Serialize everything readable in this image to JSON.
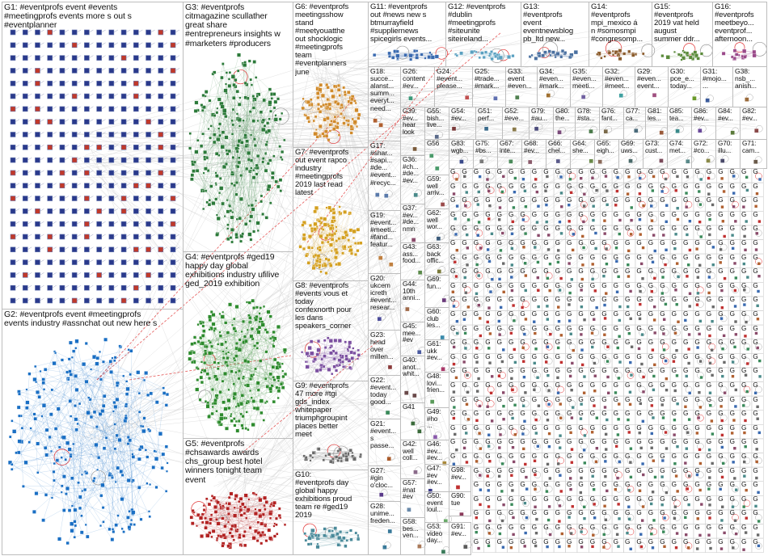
{
  "groups": [
    {
      "id": "G1",
      "text": "G1: #eventprofs event #events\n#meetingprofs events more s out s\n#eventplanner",
      "color": "#2a3a8c"
    },
    {
      "id": "G2",
      "text": "G2: #eventprofs event #meetingprofs\nevents industry #assnchat out new here s",
      "color": "#1a6fc4"
    },
    {
      "id": "G3",
      "text": "G3: #eventprofs\ncitmagazine scullather\ngreat share\n#entrepreneurs insights w\n#marketers #producers",
      "color": "#2c7a3a"
    },
    {
      "id": "G4",
      "text": "G4: #eventprofs #ged19\nhappy day global\nexhibitions industry ufilive\nged_2019 exhibition",
      "color": "#2e8b2e"
    },
    {
      "id": "G5",
      "text": "G5: #eventprofs\n#chsawards awards\nchs_group best hotel\nwinners tonight team\nevent",
      "color": "#b22222"
    },
    {
      "id": "G6",
      "text": "G6: #eventprofs\nmeetingsshow\nstand\n#meetyouatthe\nout shocklogic\n#meetingprofs\nteam\n#eventplanners\njune",
      "color": "#d08a2a"
    },
    {
      "id": "G7",
      "text": "G7: #eventprofs\nout event rapco\nindustry\n#meetingprofs\n2019 last read\nlatest",
      "color": "#d4a020"
    },
    {
      "id": "G8",
      "text": "G8: #eventprofs\n#events vous et\ntoday\nconfexnorth pour\nles dans\nspeakers_corner",
      "color": "#7b4fa0"
    },
    {
      "id": "G9",
      "text": "G9: #eventprofs\n47 more #tgi\ngds_index\nwhitepaper\ntriumphgroupint\nplaces better\nmeet",
      "color": "#6a6a6a"
    },
    {
      "id": "G10",
      "text": "G10:\n#eventprofs day\nglobal happy\nexhibitions proud\nteam re #ged19\n2019",
      "color": "#4a8a9a"
    },
    {
      "id": "G11",
      "text": "G11: #eventprofs\nout #news new s\nbtmurrayfield\n#suppliernews\nspicegirls events...",
      "color": "#3a6ab0"
    },
    {
      "id": "G12",
      "text": "G12: #eventprofs\n#dublin\n#meetingprofs\n#siteunite\nsiteireland...",
      "color": "#5aa0c0"
    },
    {
      "id": "G13",
      "text": "G13:\n#eventprofs\nevent\neventnewsblog\npb_ltd new...",
      "color": "#4a70a0"
    },
    {
      "id": "G14",
      "text": "G14:\n#eventprofs\nmpi_mexico á\nn #somosmpi\n#congresomp...",
      "color": "#8a5a2a"
    },
    {
      "id": "G15",
      "text": "G15:\n#eventprofs\n2019 vat held\naugust\nsummer ddr...",
      "color": "#5a8a3a"
    },
    {
      "id": "G16",
      "text": "G16:\n#eventprofs\nmeetbeyo...\neventprof...\nafternoon...",
      "color": "#9a4a8a"
    },
    {
      "id": "G18",
      "text": "G18:\nsucce...\nalanst...\nsumm...\neveryt...\nneed...",
      "color": "#b06030"
    },
    {
      "id": "G26",
      "text": "G26:\ncontent\n#ev...",
      "color": "#3a9a7a"
    },
    {
      "id": "G24",
      "text": "G24:\n#event...\nplease...",
      "color": "#c05050"
    },
    {
      "id": "G25",
      "text": "G25:\n#trade...\n#mark...",
      "color": "#6070b0"
    },
    {
      "id": "G33",
      "text": "G33:\nevent\n#even...",
      "color": "#508050"
    },
    {
      "id": "G34",
      "text": "G34:\n#even...\n#mark...",
      "color": "#a07030"
    },
    {
      "id": "G35",
      "text": "G35:\n#even...\nmeeti...",
      "color": "#7060a0"
    },
    {
      "id": "G32",
      "text": "G32:\n#even...\n#meet...",
      "color": "#40a0a0"
    },
    {
      "id": "G29",
      "text": "G29:\n#even...\nevent...",
      "color": "#a05080"
    },
    {
      "id": "G30",
      "text": "G30:\npce_e...\ntoday...",
      "color": "#6a9a2a"
    },
    {
      "id": "G31",
      "text": "G31:\n#mojo...\n...",
      "color": "#3a5a9a"
    },
    {
      "id": "G38",
      "text": "G38:\nnsb_...\nanish...",
      "color": "#9a6a3a"
    },
    {
      "id": "G17",
      "text": "G17:\n#shar...\n#sapi...\n#de...\n#event...\n#recyc...",
      "color": "#5a7aaa"
    },
    {
      "id": "G19",
      "text": "G19:\n#event...\n#meeti...\n#fand...\nfeatur...",
      "color": "#c08040"
    },
    {
      "id": "G20",
      "text": "G20:\nukcem\nicreth\n#event...\nresear...",
      "color": "#4a4a9a"
    },
    {
      "id": "G23",
      "text": "G23:\nhead\nover\nmillen...",
      "color": "#8a3a3a"
    },
    {
      "id": "G22",
      "text": "G22:\n#event...\ntoday\ngood...",
      "color": "#3a8a5a"
    },
    {
      "id": "G21",
      "text": "G21:\n#event...\ns\npasse...",
      "color": "#aa5a2a"
    },
    {
      "id": "G27",
      "text": "G27:\n#gin\no'cloc...",
      "color": "#5a3a8a"
    },
    {
      "id": "G28",
      "text": "G28:\nunime...\nfreden...",
      "color": "#3a7a9a"
    },
    {
      "id": "G39",
      "text": "G39:\n#ev...\nhear\nlook",
      "color": "#7a5a3a"
    },
    {
      "id": "G36",
      "text": "G36:\n#ch...\n#de...\n#ev...",
      "color": "#4a8a8a"
    },
    {
      "id": "G37",
      "text": "G37:\n#ev...\n#de...\nnmn",
      "color": "#8a4a6a"
    },
    {
      "id": "G43",
      "text": "G43:\nass...\nfood...",
      "color": "#5a8a4a"
    },
    {
      "id": "G44",
      "text": "G44:\n10th\nanni...",
      "color": "#a06a4a"
    },
    {
      "id": "G45",
      "text": "G45:\nmee...\n#ev",
      "color": "#4a5aa0"
    },
    {
      "id": "G40",
      "text": "G40:\nanot...\nwhit...",
      "color": "#6a4a4a"
    },
    {
      "id": "G41",
      "text": "G41",
      "color": "#3a6a3a"
    },
    {
      "id": "G42",
      "text": "G42:\nwell\ncoll...",
      "color": "#8a6a8a"
    },
    {
      "id": "G57",
      "text": "G57:\n#nat\n#ev",
      "color": "#6a8aaa"
    },
    {
      "id": "G58",
      "text": "G58:\nbes...\nven...",
      "color": "#aa7a5a"
    },
    {
      "id": "G55",
      "text": "G55:\nbish...\nlive...",
      "color": "#5a6a8a"
    },
    {
      "id": "G56",
      "text": "G56",
      "color": "#4a9a6a"
    },
    {
      "id": "G59",
      "text": "G59:\nwell\narriv...",
      "color": "#9a4a4a"
    },
    {
      "id": "G62",
      "text": "G62:\nwell\nwor...",
      "color": "#3a5a7a"
    },
    {
      "id": "G63",
      "text": "G63:\nback\noffic...",
      "color": "#7a7a3a"
    },
    {
      "id": "G69",
      "text": "G69:\nfun...",
      "color": "#6a3a7a"
    },
    {
      "id": "G60",
      "text": "G60:\nclub\nles...",
      "color": "#3a8aaa"
    },
    {
      "id": "G61",
      "text": "G61:\nukk\n#ev...",
      "color": "#aa3a6a"
    },
    {
      "id": "G48",
      "text": "G48:\nlovi...\nfrien...",
      "color": "#5a9a5a"
    },
    {
      "id": "G49",
      "text": "G49:\n#ho\n...",
      "color": "#8a5aaa"
    },
    {
      "id": "G46",
      "text": "G46:\n#ev...\n#ev...",
      "color": "#aa8a3a"
    },
    {
      "id": "G47",
      "text": "G47:\n#ev\n#ev...",
      "color": "#3a3a8a"
    },
    {
      "id": "G50",
      "text": "G50:\nevent\nloul...",
      "color": "#6aaa6a"
    },
    {
      "id": "G90",
      "text": "G90:\ntue",
      "color": "#8a3a5a"
    },
    {
      "id": "G53",
      "text": "G53:\nvideo\nday...",
      "color": "#3a7a5a"
    },
    {
      "id": "G98",
      "text": "G98:\n#ev...",
      "color": "#c03030"
    },
    {
      "id": "G91",
      "text": "G91:\n#ev...",
      "color": "#5a5a5a"
    },
    {
      "id": "G54",
      "text": "G54:\n#ev...",
      "color": "#7a3a3a"
    },
    {
      "id": "G51",
      "text": "G51:\nperf...",
      "color": "#3a6a8a"
    },
    {
      "id": "G52",
      "text": "G52:\n#eve...",
      "color": "#8a7a4a"
    },
    {
      "id": "G79",
      "text": "G79:\n#au...",
      "color": "#4a4a7a"
    },
    {
      "id": "G80",
      "text": "G80:\nthe...",
      "color": "#7a4a7a"
    },
    {
      "id": "G78",
      "text": "G78:\n#sta...",
      "color": "#4a7a4a"
    },
    {
      "id": "G76",
      "text": "G76:\nfant...",
      "color": "#7a6a4a"
    },
    {
      "id": "G77",
      "text": "G77:\nca...",
      "color": "#4a6a7a"
    },
    {
      "id": "G81",
      "text": "G81:\nles...",
      "color": "#9a5a3a"
    },
    {
      "id": "G85",
      "text": "G85:\ntea...",
      "color": "#3a8a8a"
    },
    {
      "id": "G86",
      "text": "G86:\n#ev...",
      "color": "#6a4a9a"
    },
    {
      "id": "G84",
      "text": "G84:\n#ev...",
      "color": "#5a7a3a"
    },
    {
      "id": "G82",
      "text": "G82:\n#ev...",
      "color": "#8a4a4a"
    },
    {
      "id": "G83",
      "text": "G83:\nwgb...",
      "color": "#3a4a8a"
    },
    {
      "id": "G75",
      "text": "G75:\n#bs...",
      "color": "#7a7a7a"
    },
    {
      "id": "G67",
      "text": "G67:\ninte...",
      "color": "#4a8a5a"
    },
    {
      "id": "G68",
      "text": "G68:\n#ev...",
      "color": "#8a5a6a"
    },
    {
      "id": "G66",
      "text": "G66:\nchel...",
      "color": "#5a5a8a"
    },
    {
      "id": "G64",
      "text": "G64:\nshe...",
      "color": "#6a8a4a"
    },
    {
      "id": "G65",
      "text": "G65:\neigh...",
      "color": "#8a6a5a"
    },
    {
      "id": "G69b",
      "text": "G69:\nuws...",
      "color": "#4a6a6a"
    },
    {
      "id": "G73",
      "text": "G73:\ncust...",
      "color": "#7a4a5a"
    },
    {
      "id": "G74",
      "text": "G74:\nmet...",
      "color": "#5a8a8a"
    },
    {
      "id": "G72",
      "text": "G72:\n#co...",
      "color": "#8a8a4a"
    },
    {
      "id": "G70",
      "text": "G70:\nillu...",
      "color": "#4a4a6a"
    },
    {
      "id": "G71",
      "text": "G71:\ncam...",
      "color": "#6a5a4a"
    }
  ],
  "small_label": "G"
}
